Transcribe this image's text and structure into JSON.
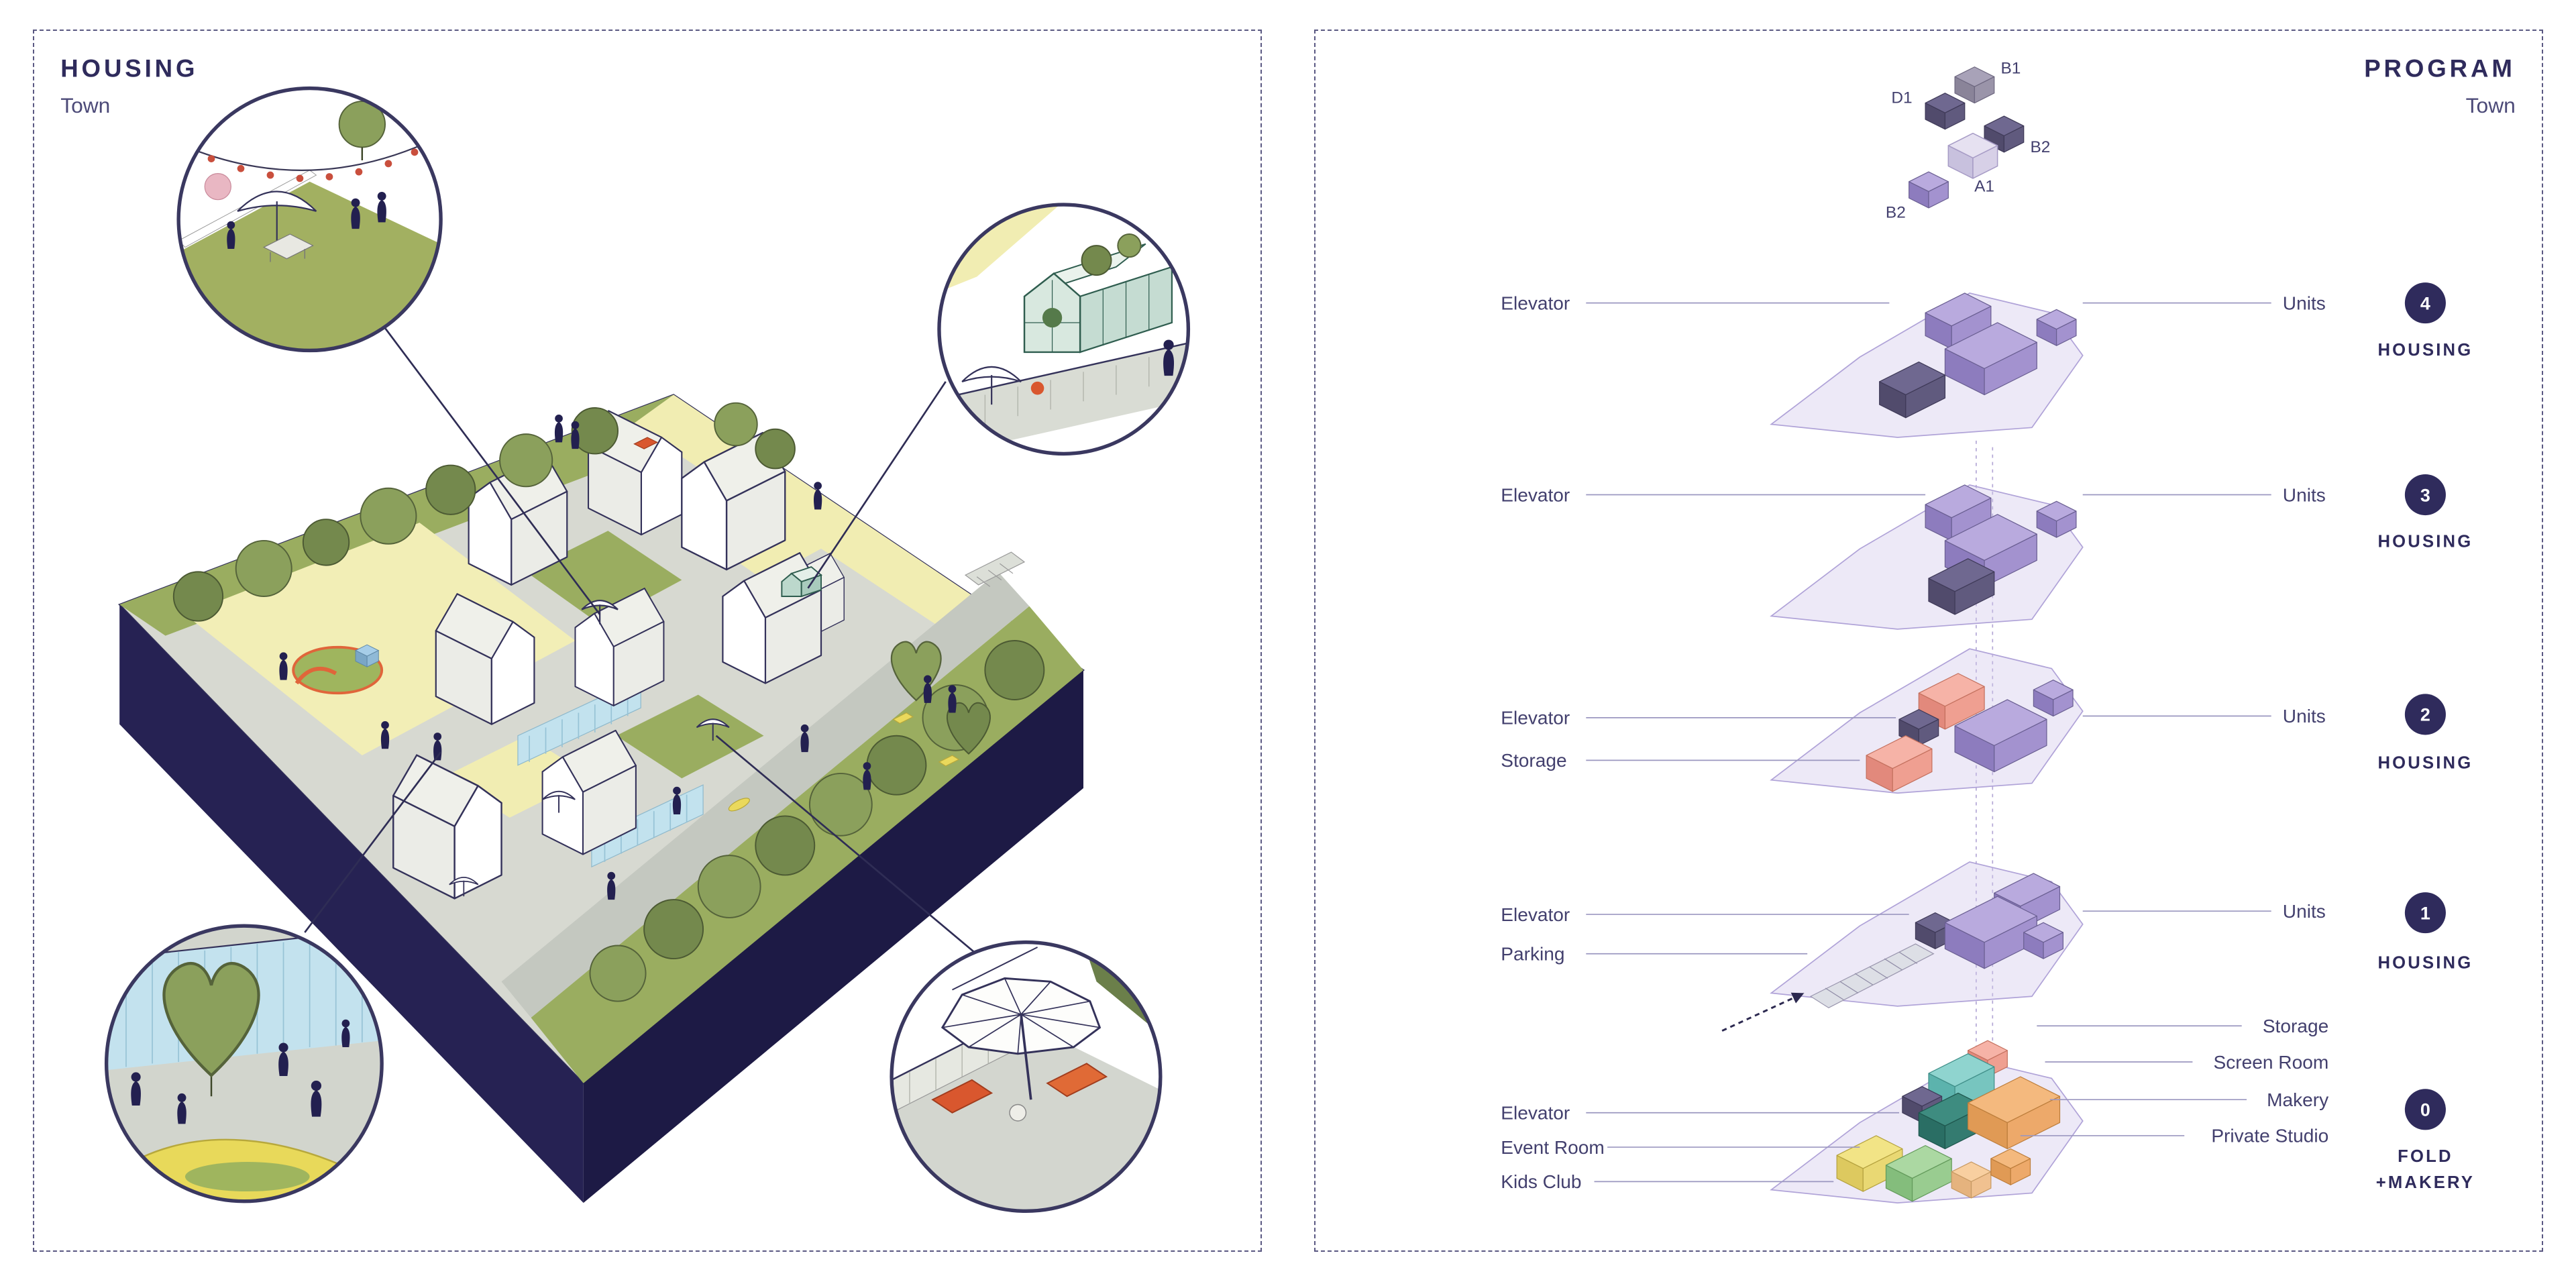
{
  "left_panel": {
    "title": "HOUSING",
    "subtitle": "Town"
  },
  "right_panel": {
    "title": "PROGRAM",
    "subtitle": "Town",
    "unit_types": {
      "b1": "B1",
      "d1": "D1",
      "b2a": "B2",
      "a1": "A1",
      "b2b": "B2"
    },
    "floors": [
      {
        "number": "4",
        "name": "HOUSING",
        "left_labels": [
          "Elevator"
        ],
        "right_labels": [
          "Units"
        ]
      },
      {
        "number": "3",
        "name": "HOUSING",
        "left_labels": [
          "Elevator"
        ],
        "right_labels": [
          "Units"
        ]
      },
      {
        "number": "2",
        "name": "HOUSING",
        "left_labels": [
          "Elevator",
          "Storage"
        ],
        "right_labels": [
          "Units"
        ]
      },
      {
        "number": "1",
        "name": "HOUSING",
        "left_labels": [
          "Elevator",
          "Parking"
        ],
        "right_labels": [
          "Units"
        ]
      },
      {
        "number": "0",
        "name_line1": "FOLD",
        "name_line2": "+MAKERY",
        "left_labels": [
          "Elevator",
          "Event Room",
          "Kids Club"
        ],
        "right_labels": [
          "Storage",
          "Screen Room",
          "Makery",
          "Private Studio"
        ]
      }
    ],
    "colors": {
      "accent": "#2f2b5c",
      "plate_lavender": "#cfc5ea",
      "unit_purple": "#b9aade",
      "salmon": "#f6b3a7",
      "teal": "#8fd4cf",
      "dark_teal": "#3e8c80",
      "yellow": "#f2e486",
      "green": "#abd8a2",
      "orange": "#f4b97e"
    }
  }
}
